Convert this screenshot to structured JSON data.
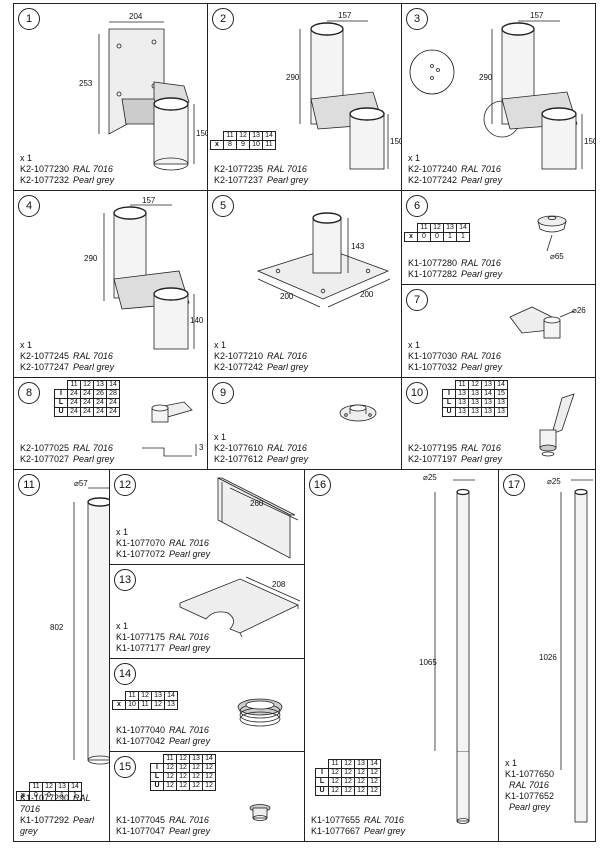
{
  "cells": {
    "c1": {
      "num": "1",
      "qty": "x 1",
      "code1": "K2-1077230",
      "finish1": "RAL 7016",
      "code2": "K2-1077232",
      "finish2": "Pearl grey",
      "dims": [
        "204",
        "253",
        "150"
      ]
    },
    "c2": {
      "num": "2",
      "code1": "K2-1077235",
      "finish1": "RAL 7016",
      "code2": "K2-1077237",
      "finish2": "Pearl grey",
      "dims": [
        "157",
        "290",
        "150"
      ],
      "table": {
        "header": [
          "11",
          "12",
          "13",
          "14"
        ],
        "rows": [
          {
            "label": "x",
            "values": [
              "8",
              "9",
              "10",
              "11"
            ]
          }
        ]
      }
    },
    "c3": {
      "num": "3",
      "qty": "x 1",
      "code1": "K2-1077240",
      "finish1": "RAL 7016",
      "code2": "K2-1077242",
      "finish2": "Pearl grey",
      "dims": [
        "157",
        "290",
        "150"
      ]
    },
    "c4": {
      "num": "4",
      "qty": "x 1",
      "code1": "K2-1077245",
      "finish1": "RAL 7016",
      "code2": "K2-1077247",
      "finish2": "Pearl grey",
      "dims": [
        "157",
        "290",
        "140"
      ]
    },
    "c5": {
      "num": "5",
      "qty": "x 1",
      "code1": "K2-1077210",
      "finish1": "RAL 7016",
      "code2": "K2-1077242",
      "finish2": "Pearl grey",
      "dims": [
        "143",
        "200",
        "200"
      ]
    },
    "c6": {
      "num": "6",
      "code1": "K1-1077280",
      "finish1": "RAL 7016",
      "code2": "K1-1077282",
      "finish2": "Pearl grey",
      "dims": [
        "65"
      ],
      "table": {
        "header": [
          "11",
          "12",
          "13",
          "14"
        ],
        "rows": [
          {
            "label": "x",
            "values": [
              "0",
              "0",
              "1",
              "1"
            ]
          }
        ]
      }
    },
    "c7": {
      "num": "7",
      "qty": "x 1",
      "code1": "K1-1077030",
      "finish1": "RAL 7016",
      "code2": "K1-1077032",
      "finish2": "Pearl grey",
      "dims": [
        "26"
      ]
    },
    "c8": {
      "num": "8",
      "code1": "K2-1077025",
      "finish1": "RAL 7016",
      "code2": "K2-1077027",
      "finish2": "Pearl grey",
      "dims": [
        "3"
      ],
      "table": {
        "header": [
          "11",
          "12",
          "13",
          "14"
        ],
        "rows": [
          {
            "label": "I",
            "values": [
              "24",
              "24",
              "26",
              "28"
            ]
          },
          {
            "label": "L",
            "values": [
              "24",
              "24",
              "24",
              "24"
            ]
          },
          {
            "label": "U",
            "values": [
              "24",
              "24",
              "24",
              "24"
            ]
          }
        ]
      }
    },
    "c9": {
      "num": "9",
      "qty": "x 1",
      "code1": "K2-1077610",
      "finish1": "RAL 7016",
      "code2": "K2-1077612",
      "finish2": "Pearl grey"
    },
    "c10": {
      "num": "10",
      "code1": "K2-1077195",
      "finish1": "RAL 7016",
      "code2": "K2-1077197",
      "finish2": "Pearl grey",
      "table": {
        "header": [
          "11",
          "12",
          "13",
          "14"
        ],
        "rows": [
          {
            "label": "I",
            "values": [
              "13",
              "13",
              "14",
              "15"
            ]
          },
          {
            "label": "L",
            "values": [
              "13",
              "13",
              "13",
              "13"
            ]
          },
          {
            "label": "U",
            "values": [
              "13",
              "13",
              "13",
              "13"
            ]
          }
        ]
      }
    },
    "c11": {
      "num": "11",
      "code1": "K1-1077290",
      "finish1": "RAL 7016",
      "code2": "K1-1077292",
      "finish2": "Pearl grey",
      "dims": [
        "57",
        "802"
      ],
      "table": {
        "header": [
          "11",
          "12",
          "13",
          "14"
        ],
        "rows": [
          {
            "label": "x",
            "values": [
              "0",
              "0",
              "1",
              "1"
            ]
          }
        ]
      }
    },
    "c12": {
      "num": "12",
      "qty": "x 1",
      "code1": "K1-1077070",
      "finish1": "RAL 7016",
      "code2": "K1-1077072",
      "finish2": "Pearl grey",
      "dims": [
        "260"
      ]
    },
    "c13": {
      "num": "13",
      "qty": "x 1",
      "code1": "K1-1077175",
      "finish1": "RAL 7016",
      "code2": "K1-1077177",
      "finish2": "Pearl grey",
      "dims": [
        "208"
      ]
    },
    "c14": {
      "num": "14",
      "code1": "K1-1077040",
      "finish1": "RAL 7016",
      "code2": "K1-1077042",
      "finish2": "Pearl grey",
      "table": {
        "header": [
          "11",
          "12",
          "13",
          "14"
        ],
        "rows": [
          {
            "label": "x",
            "values": [
              "10",
              "11",
              "12",
              "13"
            ]
          }
        ]
      }
    },
    "c15": {
      "num": "15",
      "code1": "K1-1077045",
      "finish1": "RAL 7016",
      "code2": "K1-1077047",
      "finish2": "Pearl grey",
      "table": {
        "header": [
          "11",
          "12",
          "13",
          "14"
        ],
        "rows": [
          {
            "label": "I",
            "values": [
              "12",
              "12",
              "12",
              "12"
            ]
          },
          {
            "label": "L",
            "values": [
              "12",
              "12",
              "12",
              "12"
            ]
          },
          {
            "label": "U",
            "values": [
              "12",
              "12",
              "12",
              "12"
            ]
          }
        ]
      }
    },
    "c15b": {
      "code1": "K1-1077655",
      "finish1": "RAL 7016",
      "code2": "K1-1077667",
      "finish2": "Pearl grey",
      "table": {
        "header": [
          "11",
          "12",
          "13",
          "14"
        ],
        "rows": [
          {
            "label": "I",
            "values": [
              "12",
              "12",
              "12",
              "12"
            ]
          },
          {
            "label": "L",
            "values": [
              "12",
              "12",
              "12",
              "12"
            ]
          },
          {
            "label": "U",
            "values": [
              "12",
              "12",
              "12",
              "12"
            ]
          }
        ]
      }
    },
    "c16": {
      "num": "16",
      "dims": [
        "25",
        "1065"
      ]
    },
    "c17": {
      "num": "17",
      "qty": "x 1",
      "code1": "K1-1077650",
      "finish1": "RAL 7016",
      "code2": "K1-1077652",
      "finish2": "Pearl grey",
      "dims": [
        "25",
        "1026"
      ]
    }
  }
}
